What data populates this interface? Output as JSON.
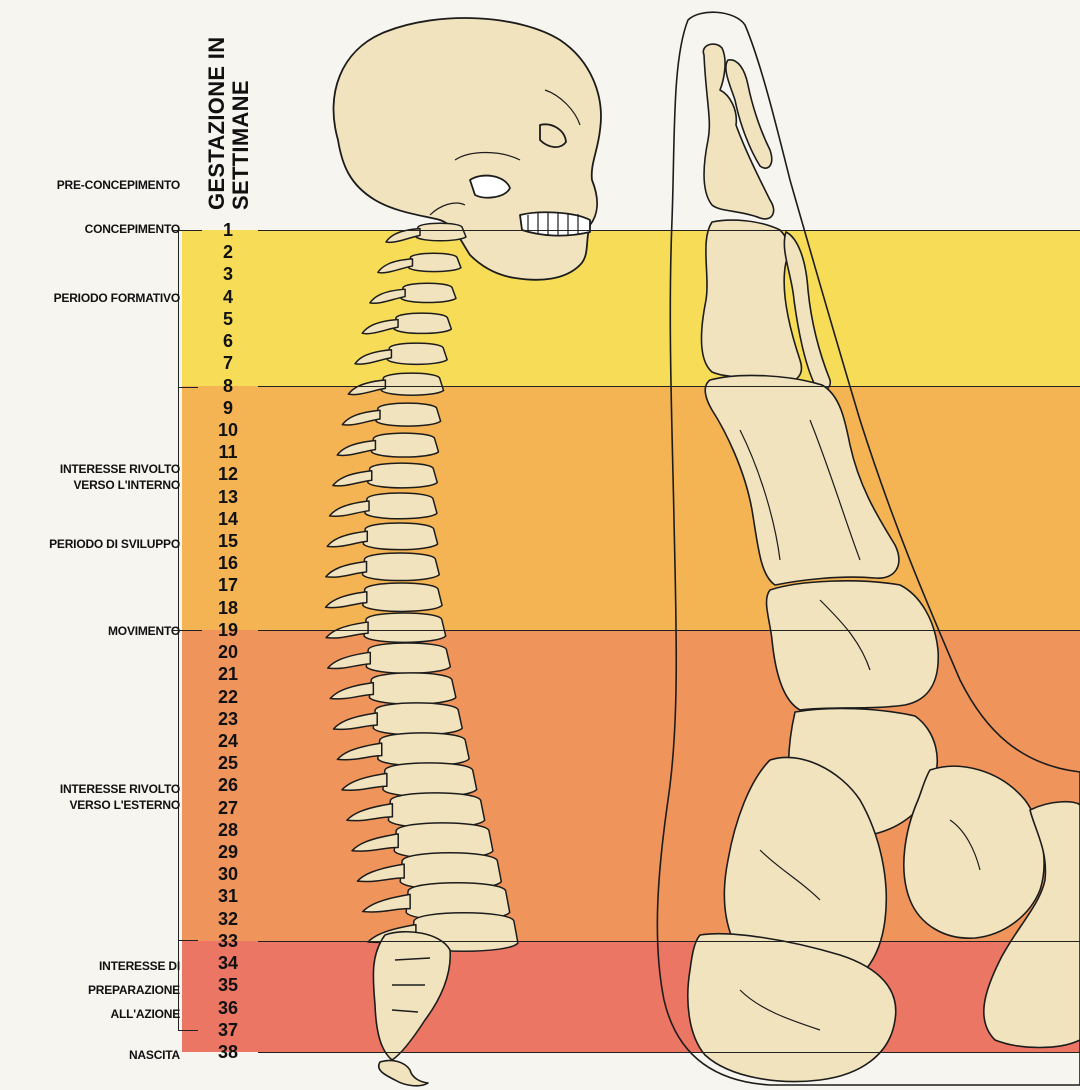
{
  "axis_title": "GESTAZIONE IN SETTIMANE",
  "weeks": [
    "1",
    "2",
    "3",
    "4",
    "5",
    "6",
    "7",
    "8",
    "9",
    "10",
    "11",
    "12",
    "13",
    "14",
    "15",
    "16",
    "17",
    "18",
    "19",
    "20",
    "21",
    "22",
    "23",
    "24",
    "25",
    "26",
    "27",
    "28",
    "29",
    "30",
    "31",
    "32",
    "33",
    "34",
    "35",
    "36",
    "37",
    "38"
  ],
  "periods": {
    "pre_concepimento": "PRE-CONCEPIMENTO",
    "concepimento": "CONCEPIMENTO",
    "periodo_formativo": "PERIODO FORMATIVO",
    "interesse_interno": "INTERESSE RIVOLTO\nVERSO L'INTERNO",
    "periodo_sviluppo": "PERIODO DI SVILUPPO",
    "movimento": "MOVIMENTO",
    "interesse_esterno": "INTERESSE RIVOLTO\nVERSO L'ESTERNO",
    "interesse_azione": "INTERESSE DI\nPREPARAZIONE\nALL'AZIONE",
    "nascita": "NASCITA"
  },
  "bands": [
    {
      "from_week": 1,
      "to_week": 8,
      "color": "#f7dd57"
    },
    {
      "from_week": 8,
      "to_week": 19,
      "color": "#f4b453"
    },
    {
      "from_week": 19,
      "to_week": 33,
      "color": "#ef955c"
    },
    {
      "from_week": 33,
      "to_week": 38,
      "color": "#ec7664"
    }
  ],
  "colors": {
    "bone": "#f1e3bd",
    "outline": "#1c1c1c",
    "background": "#f6f5ef"
  },
  "figures": [
    "skull-and-spine-skeleton",
    "foot-skeleton-side-view"
  ]
}
